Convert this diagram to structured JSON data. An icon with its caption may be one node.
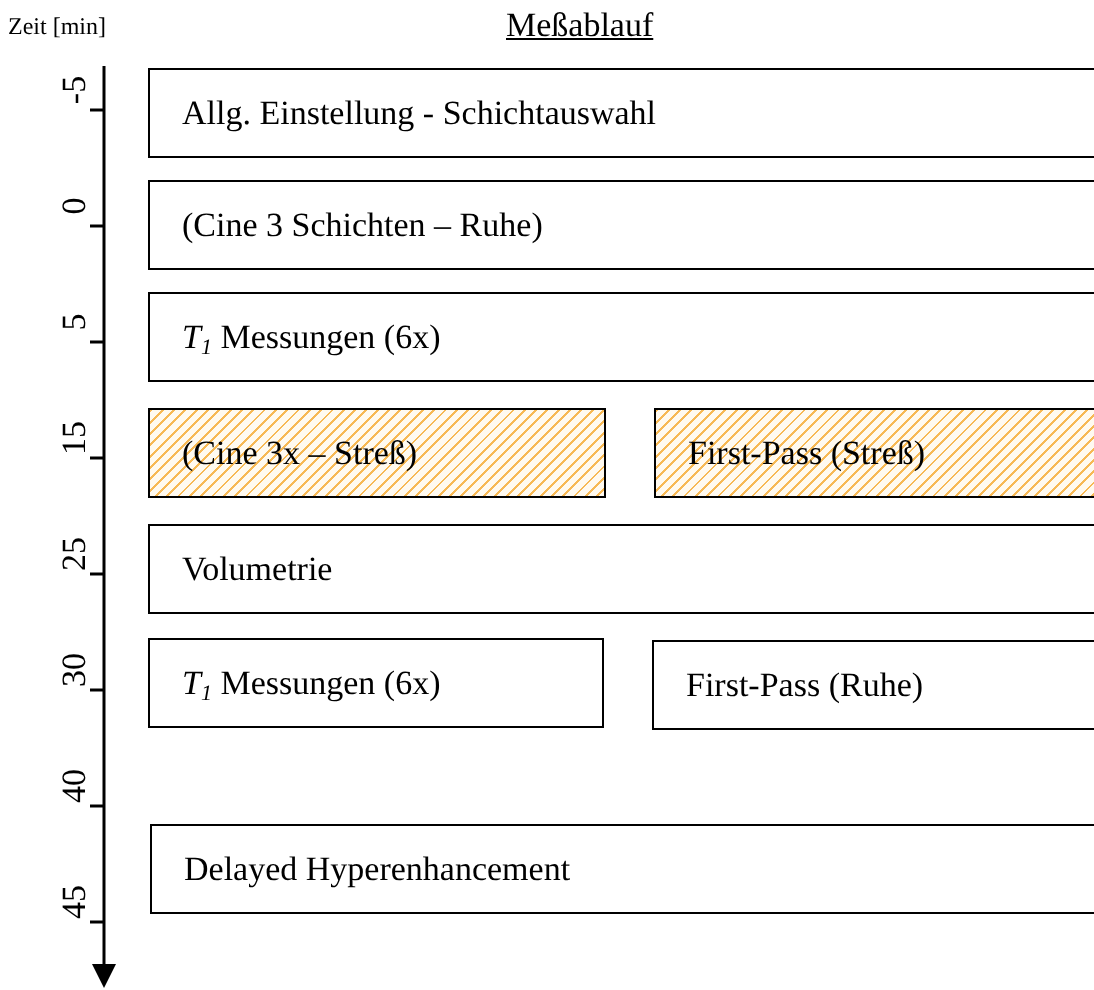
{
  "diagram": {
    "title": "Meßablauf",
    "nodes": [
      {
        "text": [
          "Allg. Einstellung - Schichtauswahl"
        ]
      },
      {
        "text": [
          "(Cine 3 Schichten – Ruhe)"
        ]
      },
      {
        "text": [
          "*T*$_{1}$ Messungen (6x)"
        ]
      },
      {
        "text": [
          "(Cine 3x  – Streß)"
        ]
      },
      {
        "text": [
          "First-Pass (Streß)"
        ]
      },
      {
        "text": [
          "Volumetrie"
        ]
      },
      {
        "text": [
          "*T*$_{1}$ Messungen (6x)"
        ]
      },
      {
        "text": [
          "First-Pass (Ruhe)"
        ]
      },
      {
        "text": [
          "Delayed Hyperenhancement"
        ]
      }
    ],
    "labels": [
      "Zeit [min]",
      "-5",
      "0",
      "5",
      "15",
      "25",
      "30",
      "40",
      "45"
    ]
  }
}
